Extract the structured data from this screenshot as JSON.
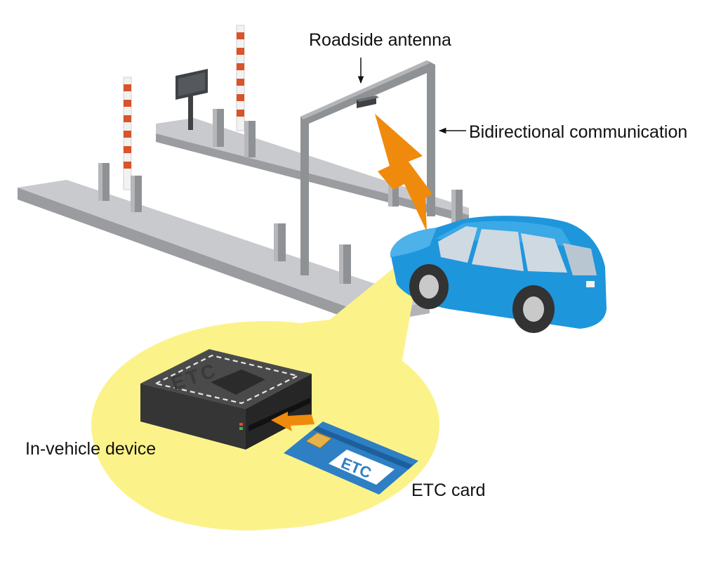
{
  "labels": {
    "roadside_antenna": "Roadside antenna",
    "bidirectional_communication": "Bidirectional communication",
    "in_vehicle_device": "In-vehicle device",
    "etc_card": "ETC card"
  },
  "device": {
    "logo_text": "ETC"
  },
  "card": {
    "logo_text": "ETC"
  },
  "colors": {
    "car_body": "#1e96dc",
    "spotlight": "#fbf38a",
    "lightning": "#f08a0c",
    "barrier_stripe": "#d9532b",
    "island": "#c4c5c9",
    "gantry": "#8f9295",
    "card_blue": "#2e7fc4",
    "device_body": "#3d3d3d"
  }
}
